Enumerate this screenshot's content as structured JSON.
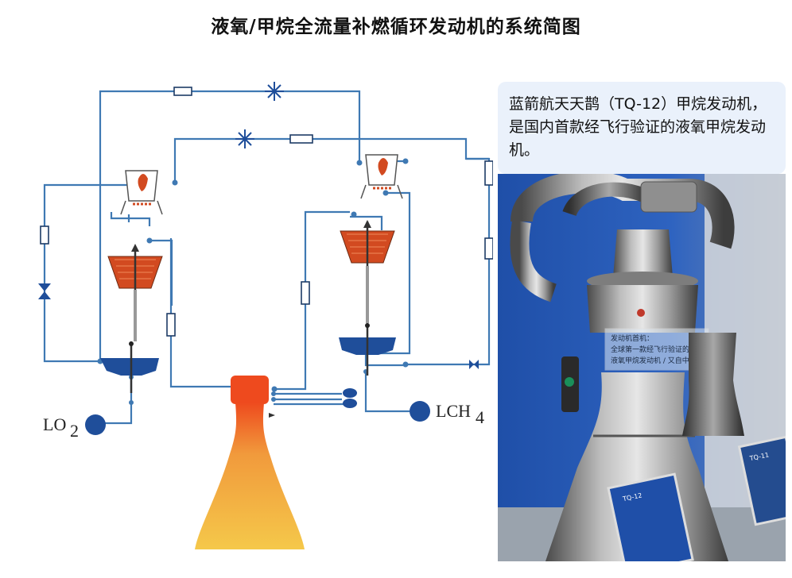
{
  "title": "液氧/甲烷全流量补燃循环发动机的系统简图",
  "diagram": {
    "lox_label": "LO",
    "lox_sub": "2",
    "lch_label": "LCH",
    "lch_sub": "4"
  },
  "caption": "蓝箭航天天鹊（TQ-12）甲烷发动机，是国内首款经飞行验证的液氧甲烷发动机。",
  "photo": {
    "sign_lines": [
      "发动机首机：",
      "全球第一款经飞行验证的",
      "液氧甲烷发动机 / 又自中国"
    ],
    "placard_left": "TQ-12",
    "placard_right": "TQ-11"
  },
  "colors": {
    "pipe": "#3f79b3",
    "pump_blue": "#1f4e9a",
    "turbine_orange": "#d24a20",
    "nozzle_top": "#ee4a1e",
    "nozzle_bottom": "#f5c84a",
    "caption_bg": "#eaf1fb",
    "photo_bg": "#2a5fb8"
  }
}
